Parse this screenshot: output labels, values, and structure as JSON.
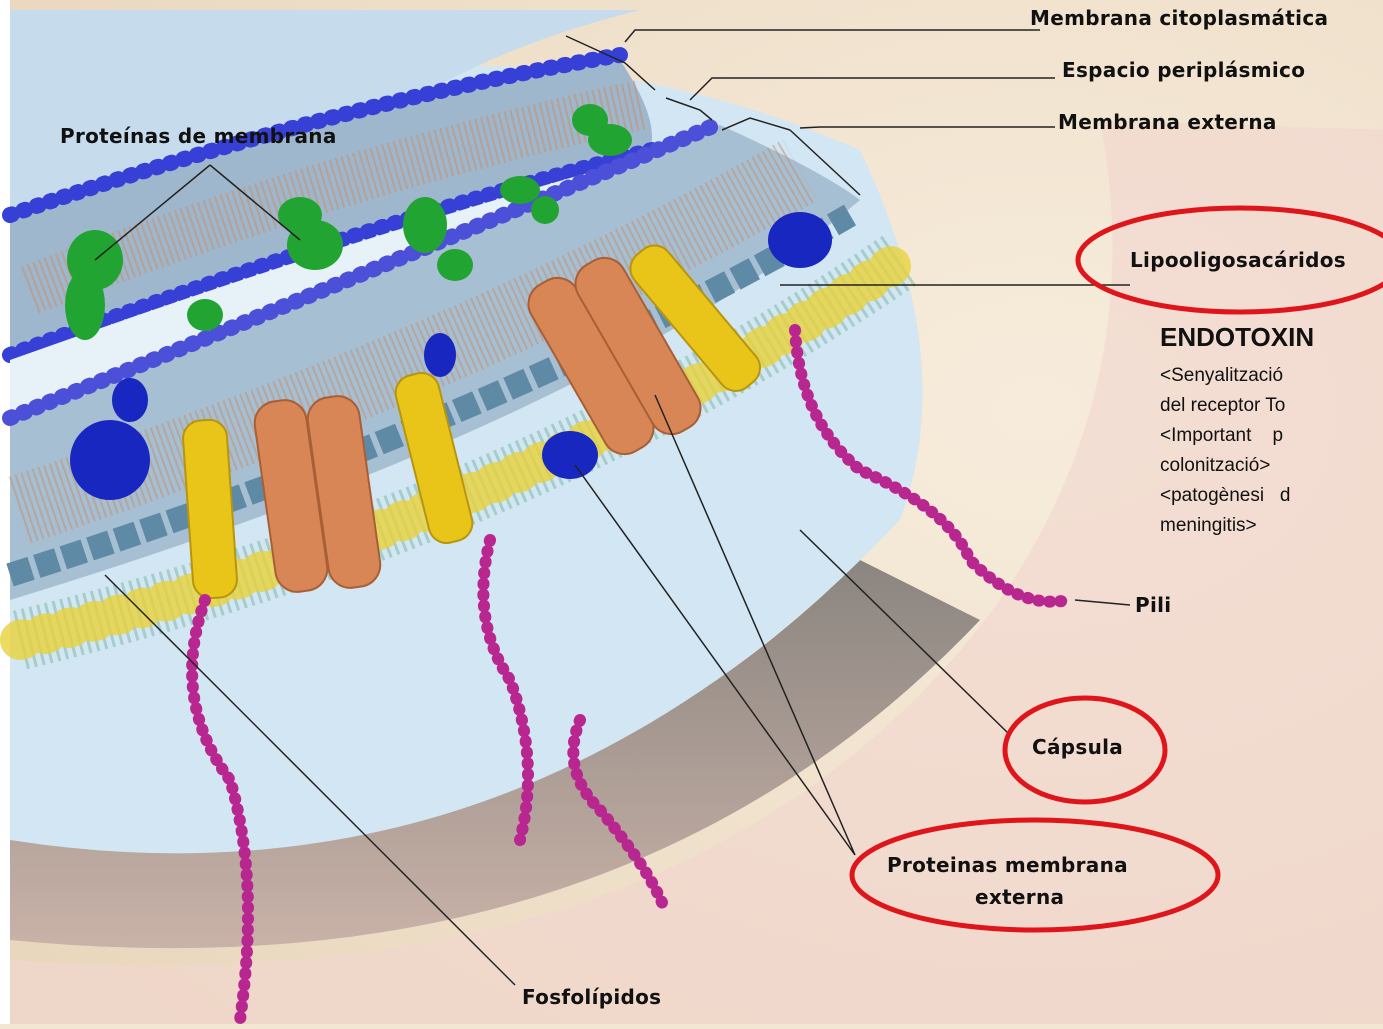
{
  "labels": {
    "membrana_citoplasmatica": "Membrana citoplasmática",
    "espacio_periplasmico": "Espacio periplásmico",
    "membrana_externa": "Membrana externa",
    "proteinas_de_membrana": "Proteínas de membrana",
    "lipooligosacaridos": "Lipooligosacáridos",
    "pili": "Pili",
    "capsula": "Cápsula",
    "proteinas_membrana_externa_1": "Proteinas membrana",
    "proteinas_membrana_externa_2": "externa",
    "fosfolipidos": "Fosfolípidos"
  },
  "endotoxin": {
    "title": "ENDOTOXIN",
    "lines": [
      "<Senyalització",
      "del receptor To",
      "<Important    p",
      "colonització>",
      "<patogènesi   d",
      "meningitis>"
    ]
  },
  "colors": {
    "background": "#f3e6d2",
    "highlight_circle": "#e0141b",
    "outer_membrane_head": "#3b3fd6",
    "membrane_protein": "#22a52e",
    "porin": "#e8c41a",
    "transport_protein": "#d98a58",
    "pili": "#b8268f"
  }
}
